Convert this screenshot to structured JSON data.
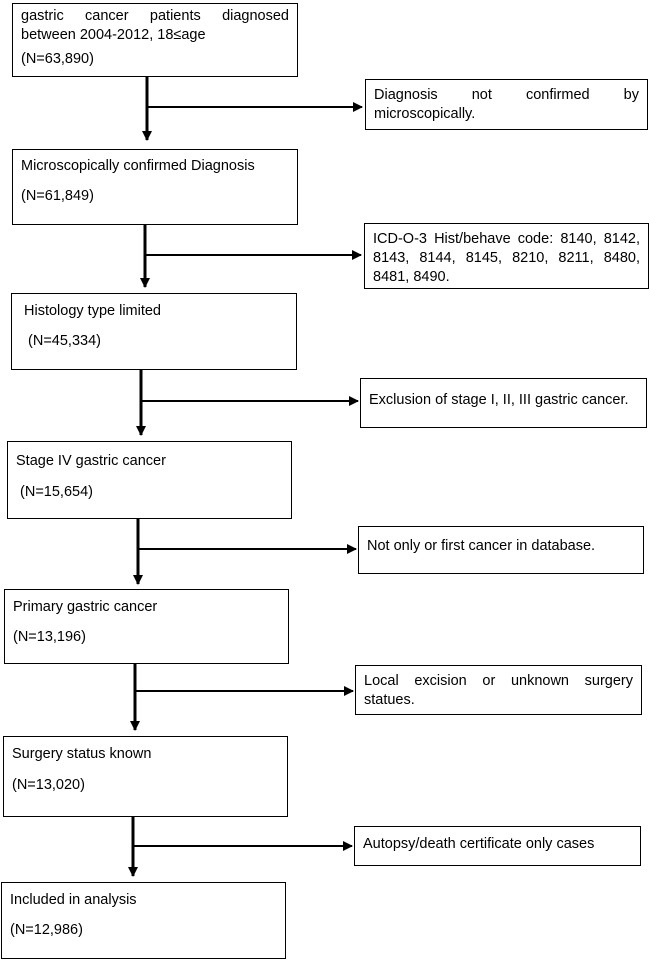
{
  "flow": {
    "steps": [
      {
        "title": "gastric cancer patients diagnosed between 2004-2012, 18≤age",
        "n": "(N=63,890)"
      },
      {
        "title": "Microscopically confirmed Diagnosis",
        "n": "(N=61,849)"
      },
      {
        "title": "Histology type limited",
        "n": " (N=45,334)"
      },
      {
        "title": "Stage IV gastric cancer",
        "n": " (N=15,654)"
      },
      {
        "title": "Primary gastric cancer",
        "n": "(N=13,196)"
      },
      {
        "title": "Surgery status known",
        "n": "(N=13,020)"
      },
      {
        "title": "Included in analysis",
        "n": "(N=12,986)"
      }
    ],
    "exclusions": [
      "Diagnosis not confirmed by microscopically.",
      "ICD-O-3 Hist/behave code: 8140, 8142, 8143, 8144, 8145, 8210, 8211, 8480, 8481, 8490.",
      "Exclusion of stage I, II, III gastric cancer.",
      "Not only or first cancer in database.",
      "Local excision or unknown surgery statues.",
      "Autopsy/death certificate only cases"
    ]
  }
}
